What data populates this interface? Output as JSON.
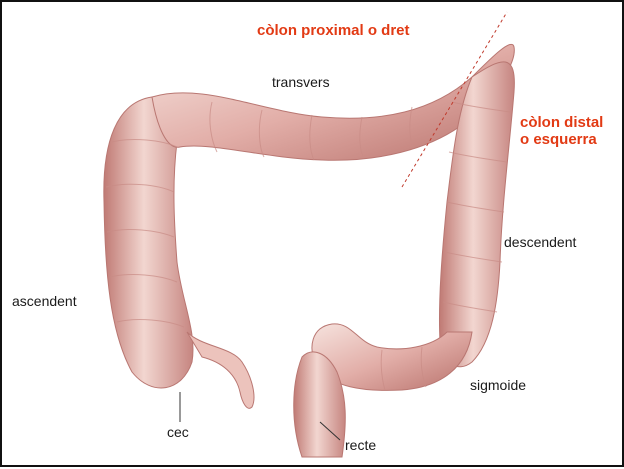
{
  "labels": {
    "proximal": "còlon proximal o dret",
    "distal_line1": "còlon distal",
    "distal_line2": "o esquerra",
    "transverse": "transvers",
    "descending": "descendent",
    "ascending": "ascendent",
    "sigmoid": "sigmoide",
    "cecum": "cec",
    "rectum": "recte"
  },
  "colors": {
    "highlight_label": "#e23a14",
    "text": "#1a1a1a",
    "tissue_light": "#f4dcd6",
    "tissue_mid": "#dca09a",
    "tissue_dark": "#b56f6a",
    "divider_line": "#c0392b"
  }
}
